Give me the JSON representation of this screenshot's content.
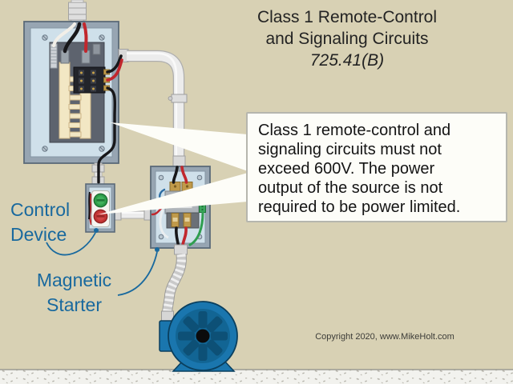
{
  "title": {
    "lines": [
      "Class 1 Remote-Control",
      "and Signaling Circuits",
      "725.41(B)"
    ]
  },
  "callout": {
    "lines": [
      "Class 1 remote-control and",
      "signaling circuits must not",
      "exceed 600V. The power",
      "output of the source is not",
      "required to be power limited."
    ]
  },
  "labels": {
    "control_device": {
      "lines": [
        "Control",
        "Device"
      ]
    },
    "magnetic_starter": {
      "lines": [
        "Magnetic",
        "Starter"
      ]
    }
  },
  "footer": {
    "copyright": "Copyright 2020, www.MikeHolt.com"
  },
  "colors": {
    "background": "#d8d1b4",
    "label_blue": "#19699e",
    "callout_bg": "#fdfdf8",
    "panel_frame": "#97a5b2",
    "panel_interior": "#cfe0ea",
    "busbar_cream": "#f2e7c4",
    "wire_red": "#c1272d",
    "wire_black": "#17171a",
    "wire_green": "#2f9e4f",
    "wire_white": "#f2efe8",
    "conduit_gray": "#ececec",
    "motor_blue": "#1a76ae",
    "floor": "#f2f2ee"
  }
}
